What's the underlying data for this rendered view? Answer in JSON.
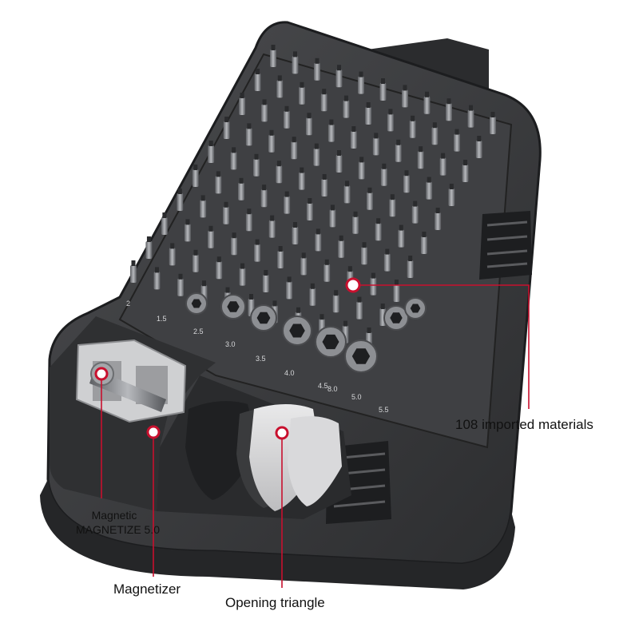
{
  "callouts": {
    "imported_materials": "108 imported materials",
    "magnetic_line1": "Magnetic",
    "magnetic_line2": "MAGNETIZE 5.0",
    "magnetizer": "Magnetizer",
    "opening_triangle": "Opening triangle"
  },
  "bit_sizes": [
    "2",
    "1.5",
    "2.5",
    "3.0",
    "3.5",
    "4.0",
    "4.5",
    "5.0",
    "5.5",
    "8.0"
  ],
  "colors": {
    "case": "#3a3b3d",
    "case_edge": "#1f2022",
    "tray": "#4a4b4e",
    "bit": "#8a8c90",
    "callout_line": "#c8102e",
    "label": "#111111"
  }
}
